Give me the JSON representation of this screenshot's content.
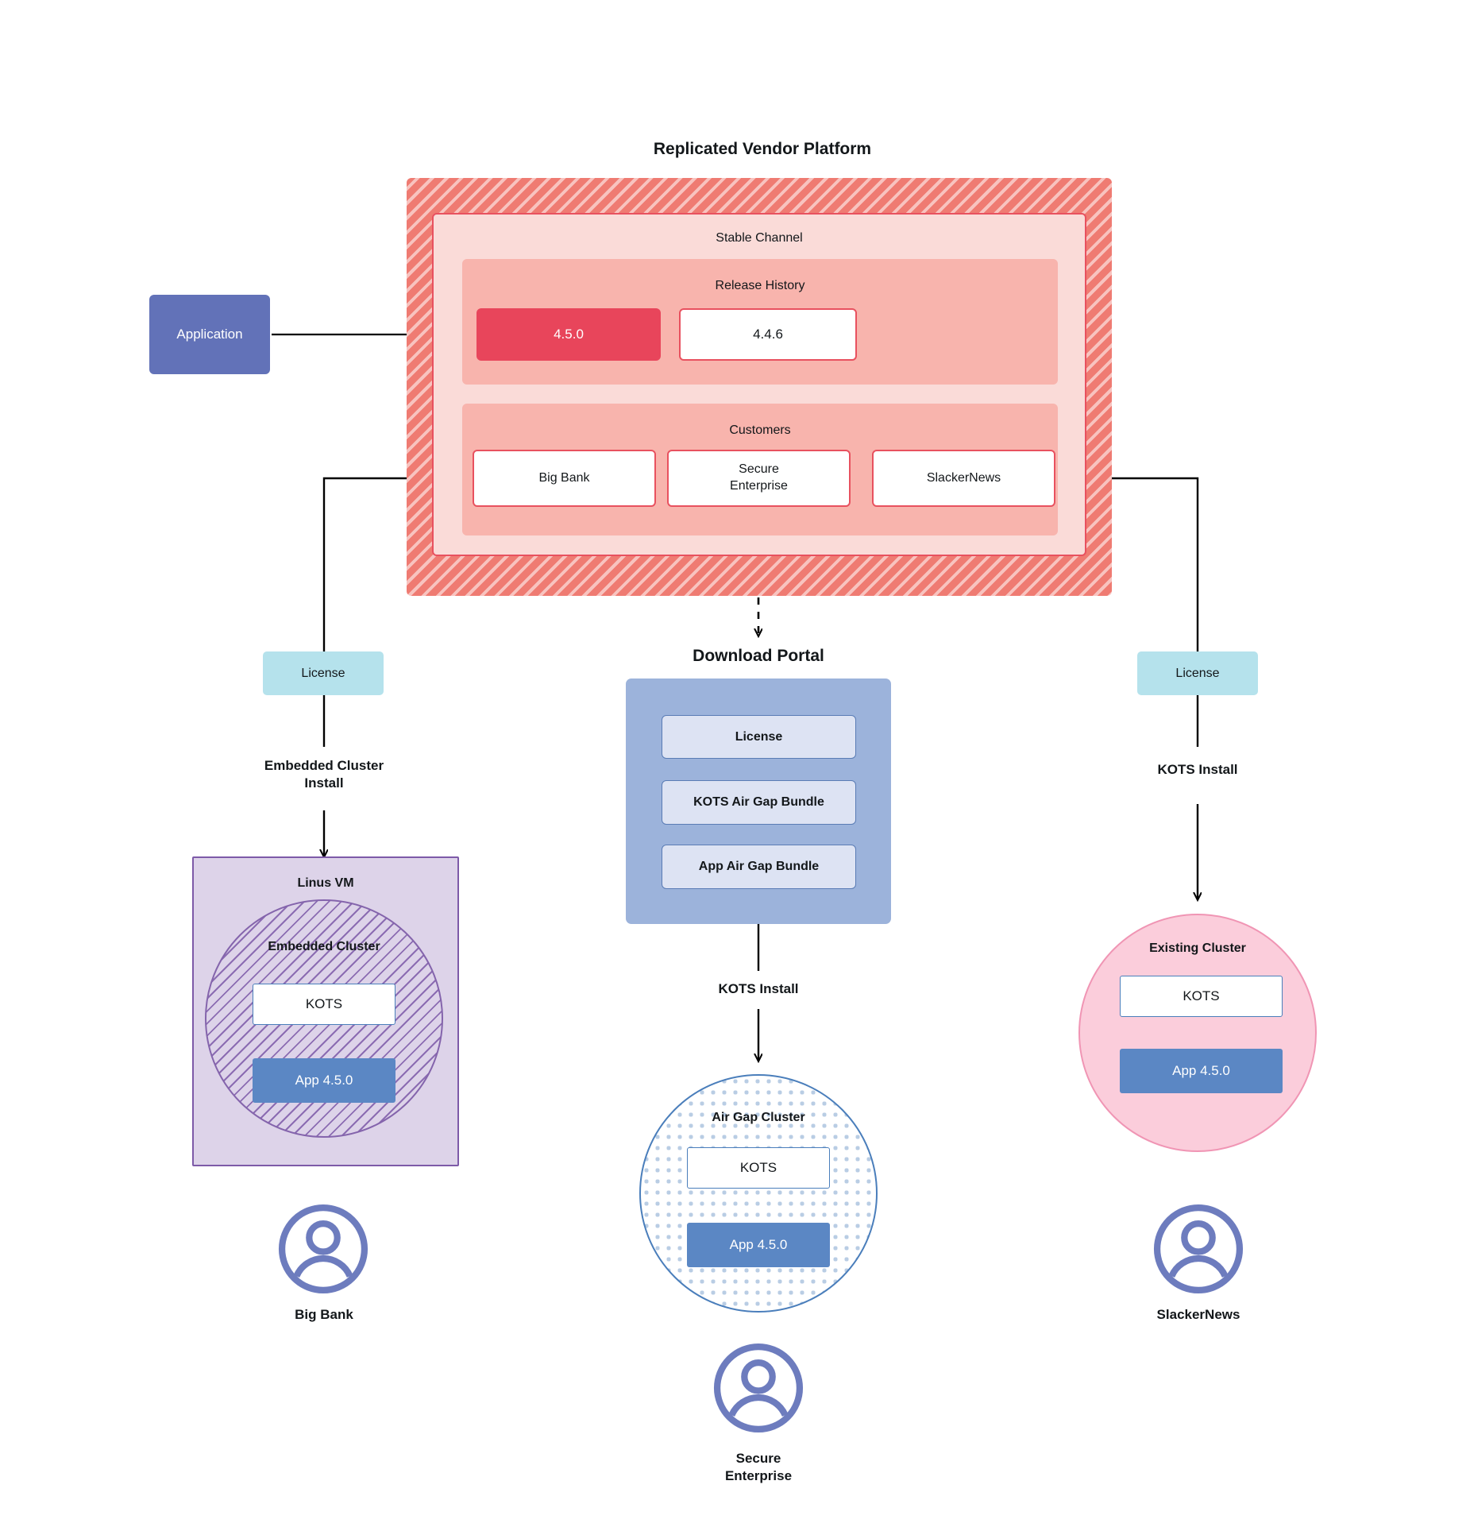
{
  "diagram": {
    "title": "Replicated Vendor Platform",
    "application_box": {
      "label": "Application"
    },
    "stable_channel": {
      "title": "Stable Channel",
      "release_history": {
        "title": "Release History",
        "releases": [
          {
            "version": "4.5.0",
            "state": "current"
          },
          {
            "version": "4.4.6",
            "state": "previous"
          }
        ]
      },
      "customers": {
        "title": "Customers",
        "items": [
          {
            "name": "Big Bank"
          },
          {
            "name": "Secure\nEnterprise"
          },
          {
            "name": "SlackerNews"
          }
        ]
      }
    },
    "left_branch": {
      "license_label": "License",
      "install_label": "Embedded Cluster\nInstall",
      "vm_title": "Linus VM",
      "cluster_title": "Embedded Cluster",
      "kots_label": "KOTS",
      "app_label": "App 4.5.0",
      "customer_label": "Big Bank",
      "avatar_icon": "person-circle-icon"
    },
    "center_branch": {
      "portal_title": "Download  Portal",
      "portal_items": [
        {
          "label": "License"
        },
        {
          "label": "KOTS Air Gap Bundle"
        },
        {
          "label": "App Air Gap Bundle"
        }
      ],
      "install_label": "KOTS Install",
      "cluster_title": "Air Gap Cluster",
      "kots_label": "KOTS",
      "app_label": "App 4.5.0",
      "customer_label": "Secure\nEnterprise",
      "avatar_icon": "person-circle-icon"
    },
    "right_branch": {
      "license_label": "License",
      "install_label": "KOTS Install",
      "cluster_title": "Existing Cluster",
      "kots_label": "KOTS",
      "app_label": "App 4.5.0",
      "customer_label": "SlackerNews",
      "avatar_icon": "person-circle-icon"
    },
    "colors": {
      "platform_hatch": "#ef7b72",
      "stable_channel_bg": "#fadbd8",
      "inner_band_bg": "#f8b4ad",
      "release_current": "#e8455b",
      "accent_red_border": "#e8515f",
      "application_blue": "#6272b8",
      "license_cyan": "#b5e2ec",
      "portal_blue": "#9cb3db",
      "portal_item_blue": "#dde3f3",
      "vm_purple": "#ddd3e9",
      "vm_border_purple": "#7d5aa8",
      "airgap_border_blue": "#4a7ebb",
      "existing_pink": "#fbcddb",
      "existing_border_pink": "#f095b4",
      "app_version_blue": "#5b87c4",
      "avatar_blue": "#6d7cbe",
      "connector_black": "#000000"
    }
  }
}
